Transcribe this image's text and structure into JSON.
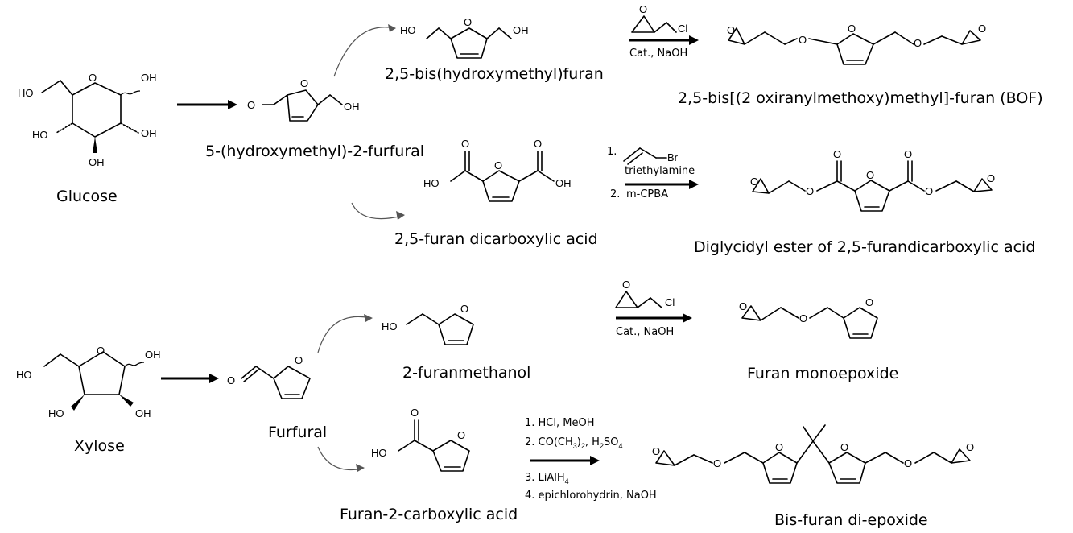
{
  "labels": {
    "glucose": "Glucose",
    "hmf": "5-(hydroxymethyl)-2-furfural",
    "bhmf": "2,5-bis(hydroxymethyl)furan",
    "bof": "2,5-bis[(2 oxiranylmethoxy)methyl]-furan (BOF)",
    "fdca": "2,5-furan dicarboxylic acid",
    "dgefdc": "Diglycidyl ester of 2,5-furandicarboxylic acid",
    "xylose": "Xylose",
    "furfural": "Furfural",
    "furanmethanol": "2-furanmethanol",
    "monoepoxide": "Furan monoepoxide",
    "carboxylic": "Furan-2-carboxylic acid",
    "bisfuran": "Bis-furan di-epoxide"
  },
  "conditions": {
    "r1": "Cat., NaOH",
    "r2_step1_num": "1.",
    "r2_step1": "triethylamine",
    "r2_step2_num": "2.",
    "r2_step2": "m-CPBA",
    "r3": "Cat., NaOH",
    "r4_1": "1. HCl, MeOH",
    "r4_2a": "2. CO(CH",
    "r4_2_sub1": "3",
    "r4_2b": ")",
    "r4_2_sub2": "2",
    "r4_2c": ", H",
    "r4_2_sub3": "2",
    "r4_2d": "SO",
    "r4_2_sub4": "4",
    "r4_3a": "3.  LiAlH",
    "r4_3_sub": "4",
    "r4_4": "4. epichlorohydrin, NaOH"
  },
  "atoms": {
    "O": "O",
    "OH": "OH",
    "HO": "HO",
    "Cl": "Cl",
    "Br": "Br"
  }
}
